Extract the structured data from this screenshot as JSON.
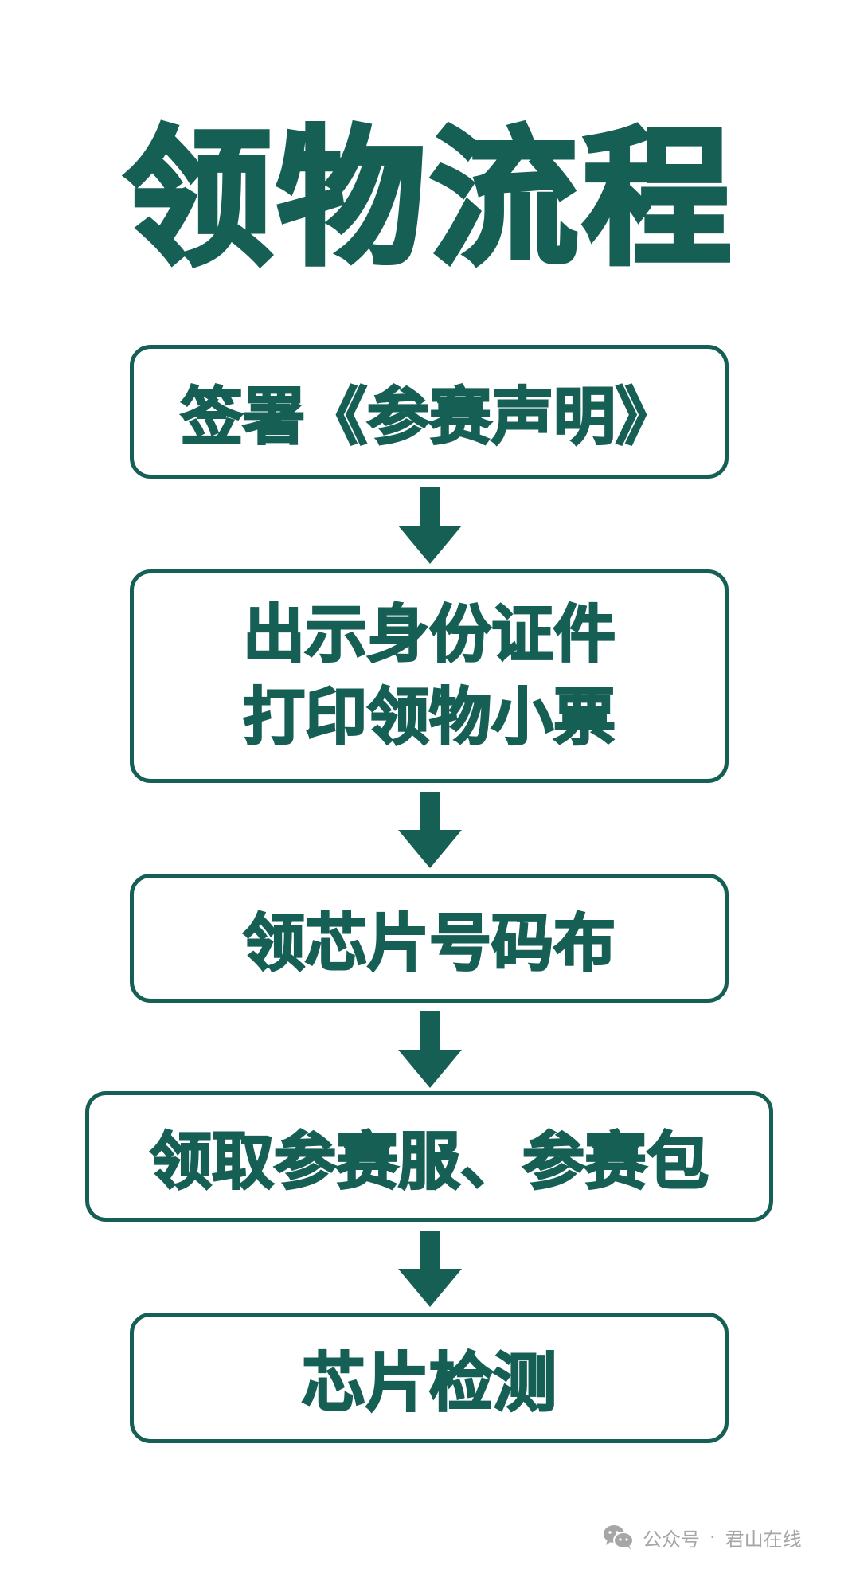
{
  "title": "领物流程",
  "steps": [
    {
      "lines": [
        "签署《参赛声明》"
      ]
    },
    {
      "lines": [
        "出示身份证件",
        "打印领物小票"
      ]
    },
    {
      "lines": [
        "领芯片号码布"
      ]
    },
    {
      "lines": [
        "领取参赛服、参赛包"
      ]
    },
    {
      "lines": [
        "芯片检测"
      ]
    }
  ],
  "arrows": [
    "down-arrow",
    "down-arrow",
    "down-arrow",
    "down-arrow"
  ],
  "watermark": {
    "icon": "wechat-icon",
    "label": "公众号",
    "separator": "·",
    "account": "君山在线"
  },
  "colors": {
    "primary": "#165f55",
    "background": "#ffffff",
    "watermark": "#a6a6a6"
  }
}
